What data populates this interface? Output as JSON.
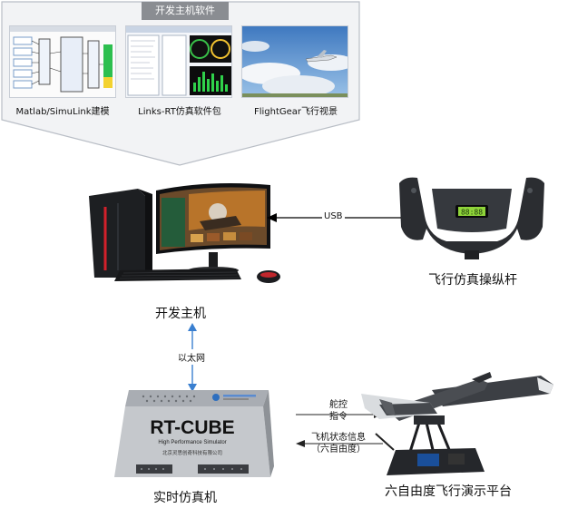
{
  "software_panel": {
    "title": "开发主机软件",
    "items": [
      {
        "label": "Matlab/SimuLink建模"
      },
      {
        "label": "Links-RT仿真软件包"
      },
      {
        "label": "FlightGear飞行视景"
      }
    ]
  },
  "nodes": {
    "host": "开发主机",
    "joystick": "飞行仿真操纵杆",
    "realtime": "实时仿真机",
    "platform": "六自由度飞行演示平台"
  },
  "links": {
    "usb": "USB",
    "ethernet": "以太网",
    "rudder_line1": "舵控",
    "rudder_line2": "指令",
    "state_line1": "飞机状态信息",
    "state_line2": "（六自由度）"
  },
  "device": {
    "model": "RT-CUBE",
    "subtitle": "High Performance Simulator",
    "company": "北京灵思创奇科技有限公司",
    "joystick_display": "88:88"
  },
  "colors": {
    "panel_bg": "#f2f3f5",
    "panel_border": "#b9bec6",
    "arrow_blue": "#3a7fd0",
    "title_bg": "#8a8d92"
  }
}
